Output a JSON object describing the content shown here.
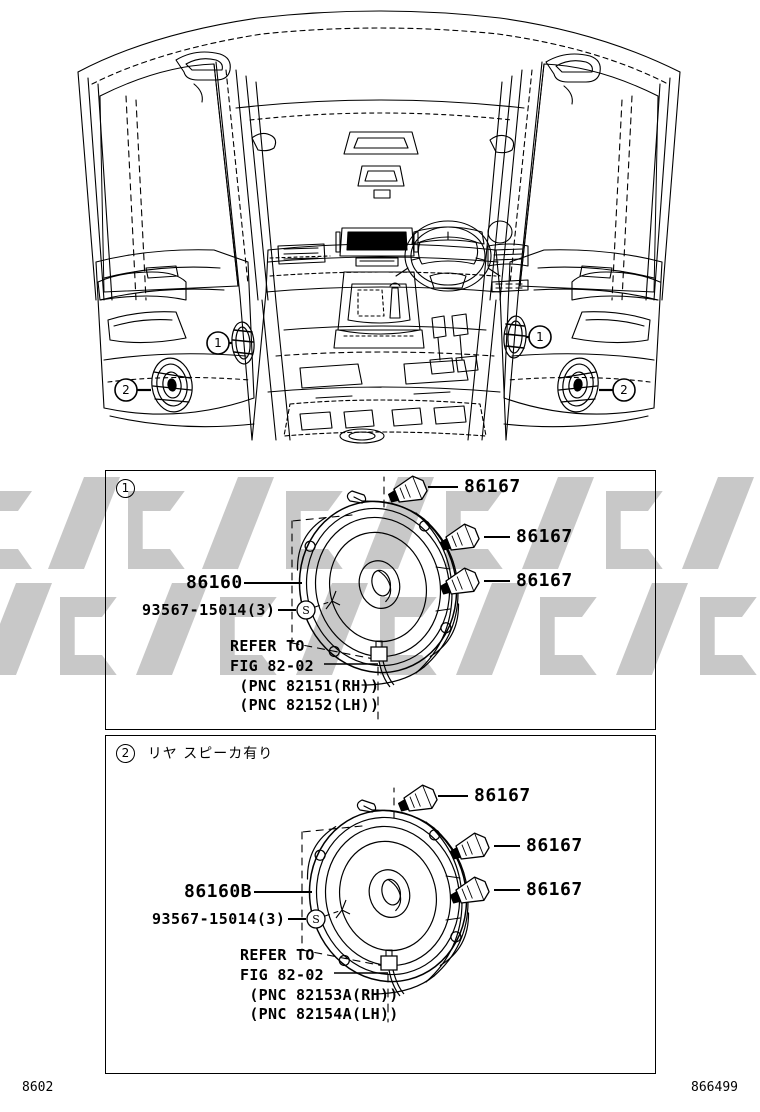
{
  "document": {
    "type": "parts-catalog-diagram",
    "footer_left_code": "8602",
    "footer_right_code": "866499"
  },
  "colors": {
    "line": "#000000",
    "watermark": "#c8c8c8",
    "background": "#ffffff"
  },
  "vehicle_illustration": {
    "description": "Vehicle interior cutaway view showing front and rear door trim speaker locations",
    "callouts": [
      {
        "id": "1",
        "label": "1",
        "side": "left",
        "position": "front-door"
      },
      {
        "id": "2",
        "label": "2",
        "side": "left",
        "position": "rear-door"
      },
      {
        "id": "1",
        "label": "1",
        "side": "right",
        "position": "front-door"
      },
      {
        "id": "2",
        "label": "2",
        "side": "right",
        "position": "rear-door"
      }
    ]
  },
  "panels": [
    {
      "badge": "1",
      "note": "",
      "labels": {
        "speaker": "86160",
        "screw": "93567-15014(3)",
        "connector_top": "86167",
        "connector_mid": "86167",
        "connector_bot": "86167"
      },
      "refer": "REFER TO\nFIG 82-02\n (PNC 82151(RH))\n (PNC 82152(LH))"
    },
    {
      "badge": "2",
      "note": "リヤ スピーカ有り",
      "labels": {
        "speaker": "86160B",
        "screw": "93567-15014(3)",
        "connector_top": "86167",
        "connector_mid": "86167",
        "connector_bot": "86167"
      },
      "refer": "REFER TO\nFIG 82-02\n (PNC 82153A(RH))\n (PNC 82154A(LH))"
    }
  ]
}
